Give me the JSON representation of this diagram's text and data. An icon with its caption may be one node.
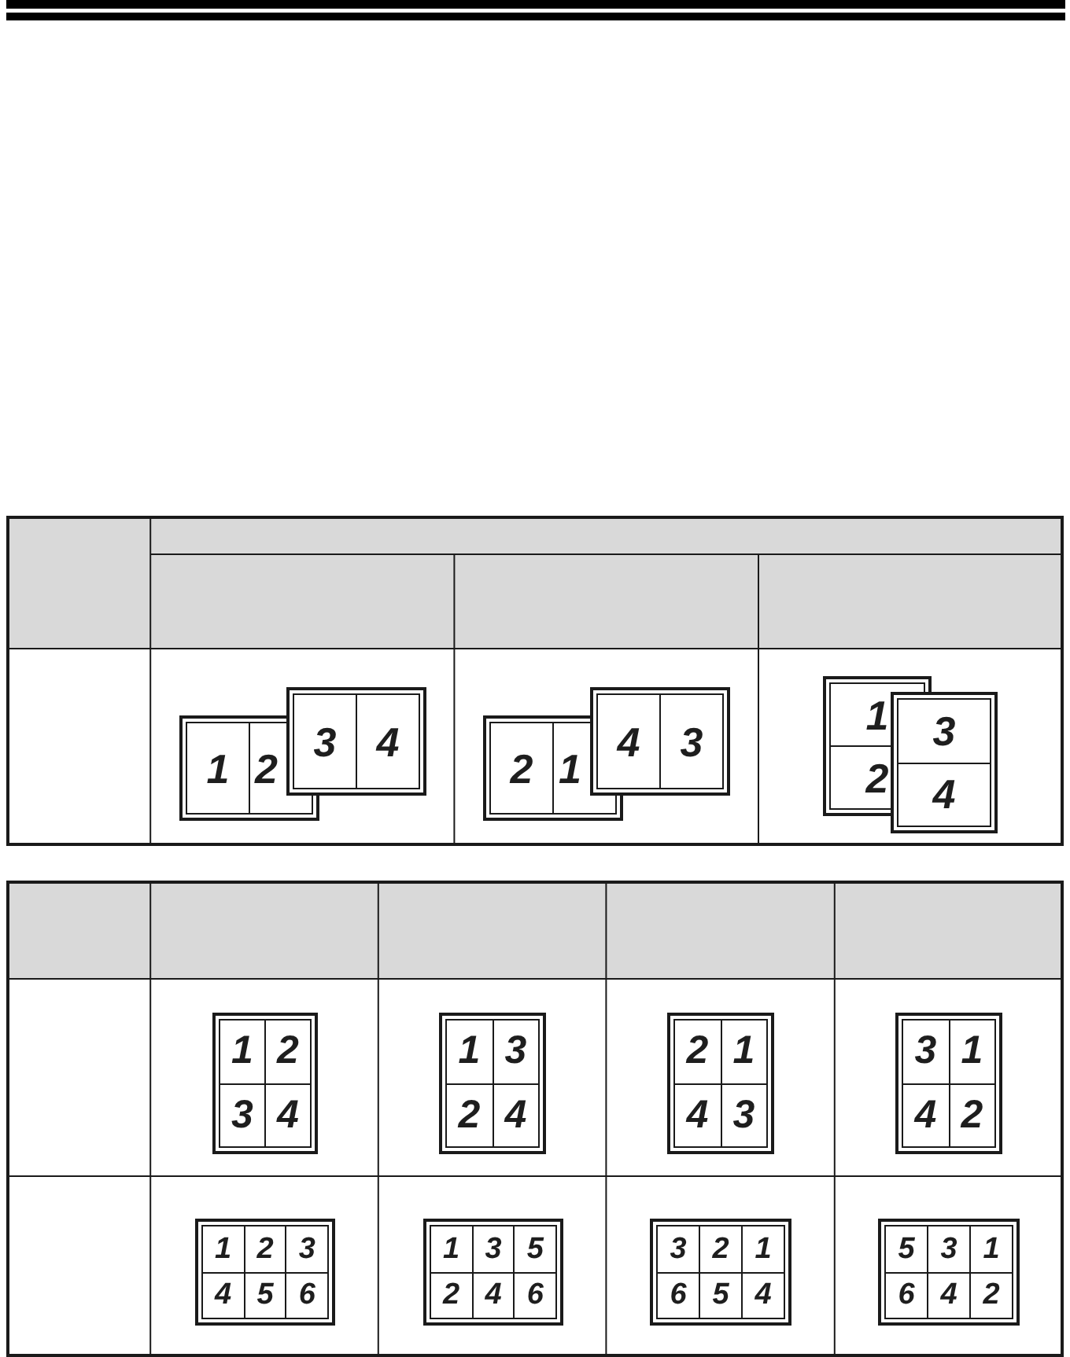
{
  "diagram": {
    "nodes": [
      {
        "text": [
          "1",
          "2"
        ]
      },
      {
        "text": [
          "3",
          "4"
        ]
      },
      {
        "text": [
          "2",
          "1"
        ]
      },
      {
        "text": [
          "4",
          "3"
        ]
      },
      {
        "text": [
          "1",
          "2"
        ]
      },
      {
        "text": [
          "3",
          "4"
        ]
      },
      {
        "text": [
          "1",
          "2",
          "3",
          "4"
        ]
      },
      {
        "text": [
          "1",
          "3",
          "2",
          "4"
        ]
      },
      {
        "text": [
          "2",
          "1",
          "4",
          "3"
        ]
      },
      {
        "text": [
          "3",
          "1",
          "4",
          "2"
        ]
      },
      {
        "text": [
          "1",
          "2",
          "3",
          "4",
          "5",
          "6"
        ]
      },
      {
        "text": [
          "1",
          "3",
          "5",
          "2",
          "4",
          "6"
        ]
      },
      {
        "text": [
          "3",
          "2",
          "1",
          "6",
          "5",
          "4"
        ]
      },
      {
        "text": [
          "5",
          "3",
          "1",
          "6",
          "4",
          "2"
        ]
      }
    ]
  }
}
